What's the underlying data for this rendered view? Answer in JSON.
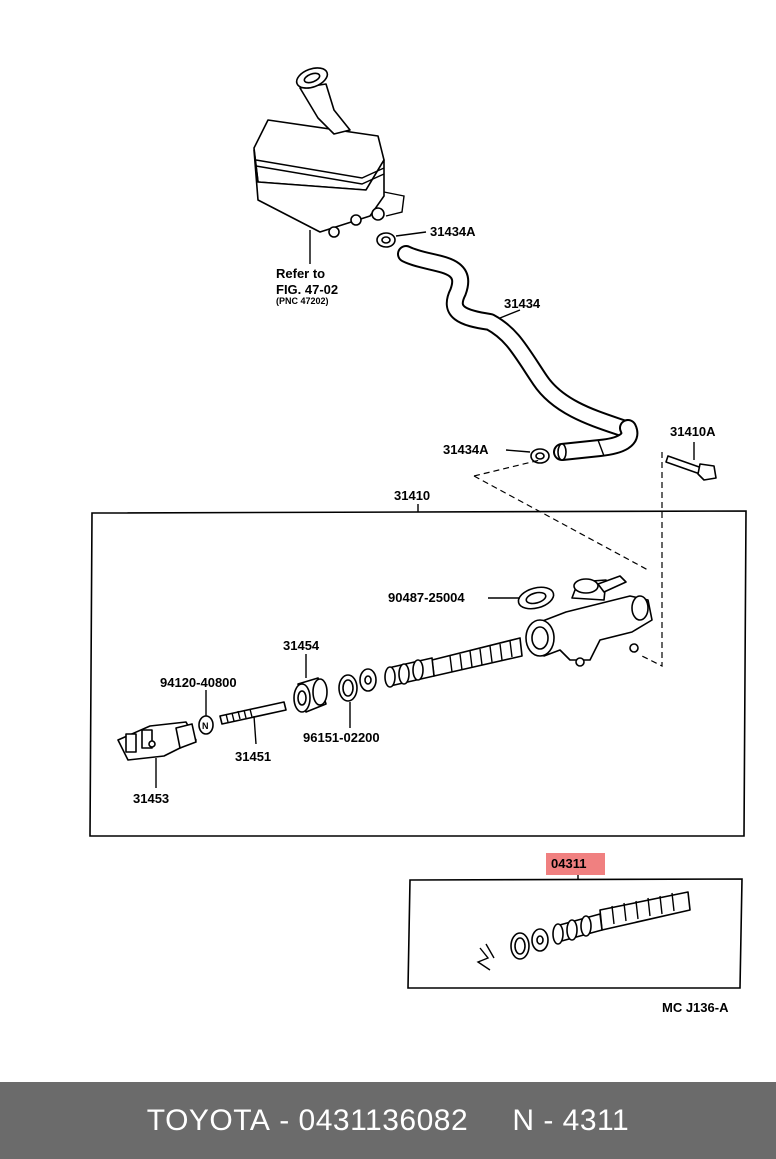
{
  "labels": {
    "p31434A_top": "31434A",
    "refer": "Refer to",
    "fig": "FIG. 47-02",
    "pnc": "(PNC 47202)",
    "p31434": "31434",
    "p31434A_mid": "31434A",
    "p31410A": "31410A",
    "p31410": "31410",
    "p90487": "90487-25004",
    "p31454": "31454",
    "p94120": "94120-40800",
    "p96151": "96151-02200",
    "p31451": "31451",
    "p31453": "31453",
    "p04311": "04311",
    "code": "MC J136-A",
    "nut_letter": "N"
  },
  "colors": {
    "highlight": "#f08080",
    "footer_bg": "#6b6b6b"
  },
  "footer": {
    "brand": "TOYOTA",
    "sep1": " - ",
    "part_number": "0431136082",
    "gap": "     ",
    "ref": "N - 4311"
  }
}
